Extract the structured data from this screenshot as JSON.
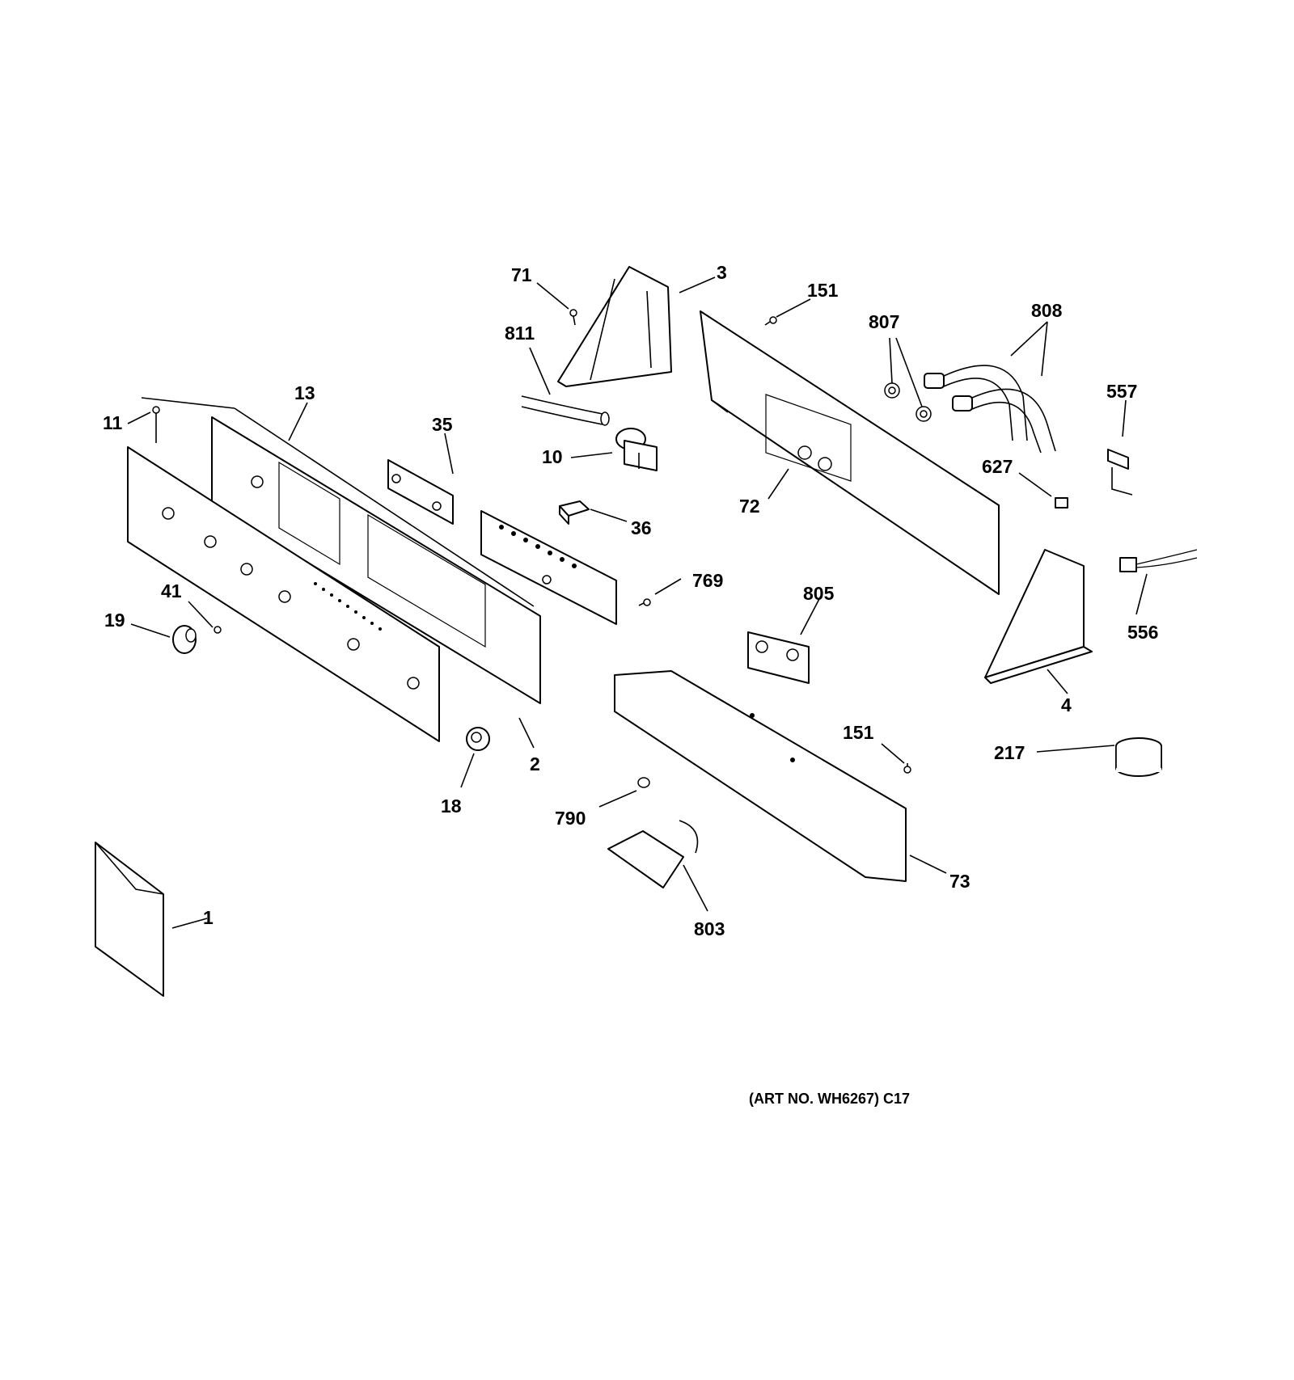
{
  "diagram": {
    "art_number": "(ART NO. WH6267) C17",
    "callouts": [
      "71",
      "3",
      "151",
      "807",
      "808",
      "811",
      "557",
      "13",
      "35",
      "11",
      "10",
      "627",
      "36",
      "72",
      "769",
      "41",
      "805",
      "19",
      "556",
      "4",
      "151",
      "2",
      "217",
      "18",
      "790",
      "73",
      "1",
      "803"
    ]
  }
}
